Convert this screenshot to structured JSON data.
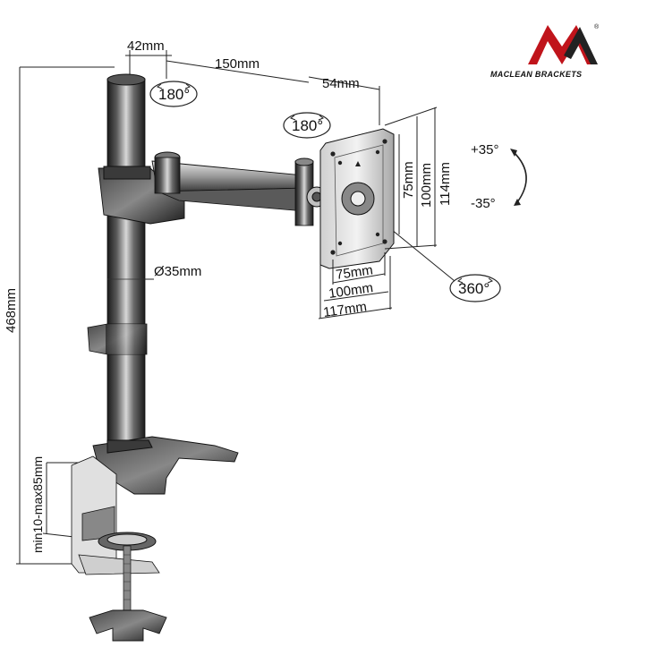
{
  "brand": {
    "name": "MACLEAN BRACKETS",
    "registered_mark": "®",
    "logo_color": "#c0141b"
  },
  "dimensions": {
    "pole_offset": "42mm",
    "arm_length": "150mm",
    "head_offset": "54mm",
    "total_height": "468mm",
    "pole_diameter": "Ø35mm",
    "desk_thickness": "min10-max85mm",
    "vesa_v_75": "75mm",
    "vesa_v_100": "100mm",
    "vesa_v_114": "114mm",
    "vesa_h_75": "75mm",
    "vesa_h_100": "100mm",
    "vesa_h_117": "117mm"
  },
  "rotations": {
    "arm_swivel": "180°",
    "head_swivel": "180°",
    "plate_rotation": "360°",
    "tilt_up": "+35°",
    "tilt_down": "-35°"
  }
}
